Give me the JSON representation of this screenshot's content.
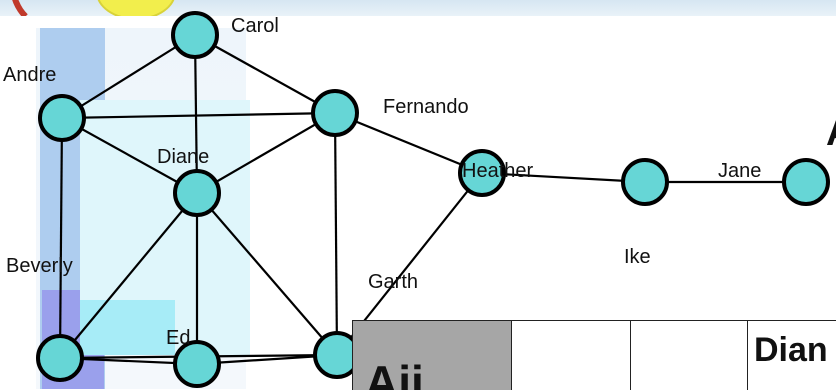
{
  "nodes": {
    "carol": "Carol",
    "andre": "Andre",
    "fernando": "Fernando",
    "diane": "Diane",
    "heather": "Heather",
    "jane": "Jane",
    "beverly": "Beverly",
    "ike": "Ike",
    "garth": "Garth",
    "ed": "Ed"
  },
  "partial_title": "A",
  "table": {
    "header_cell": "Aij",
    "partial_cell": "Dian"
  },
  "colors": {
    "node_fill": "#66d6d6",
    "edge": "#000000",
    "table_header_bg": "#a6a6a6"
  }
}
